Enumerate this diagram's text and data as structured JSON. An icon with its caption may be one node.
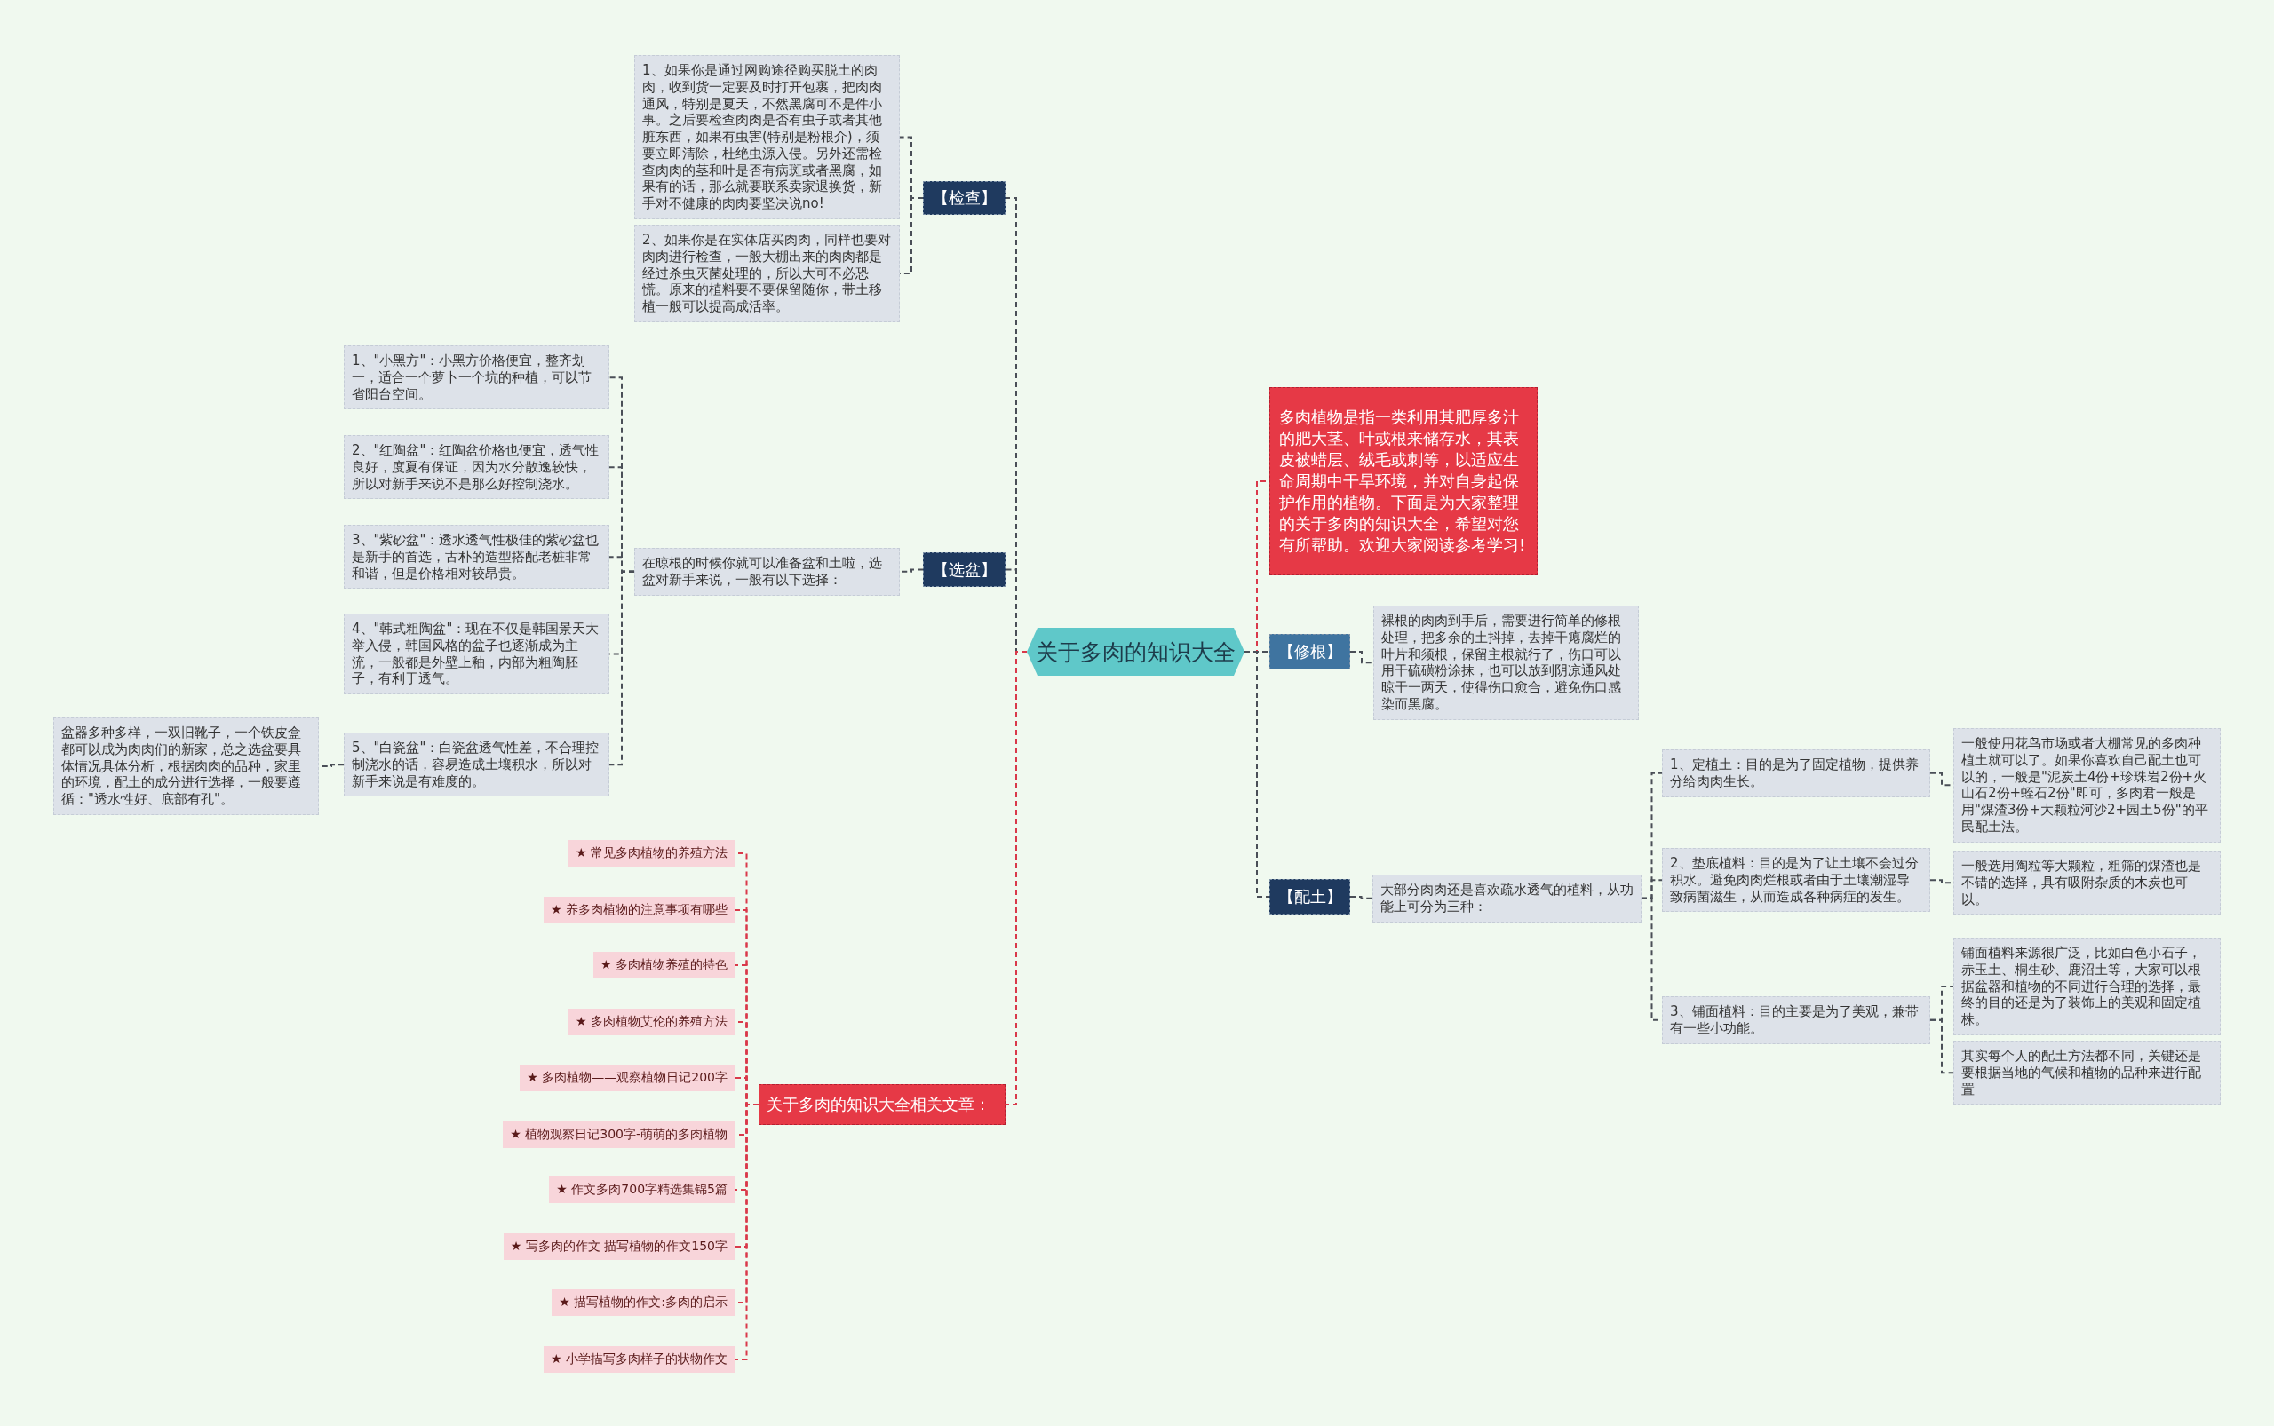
{
  "diagram": {
    "nodes": [
      {
        "text": [
          "关于多肉的知识大全"
        ]
      },
      {
        "text": [
          "多肉植物是指一类利用其肥厚多汁的肥大茎、叶或根来储存水，其表皮被蜡层、绒毛或刺等，以适应生命周期中干旱环境，并对自身起保护作用的植物。下面是为大家整理的关于多肉的知识大全，希望对您有所帮助。欢迎大家阅读参考学习!"
        ]
      },
      {
        "text": [
          "【检查】"
        ]
      },
      {
        "text": [
          "1、如果你是通过网购途径购买脱土的肉肉，收到货一定要及时打开包裹，把肉肉通风，特别是夏天，不然黑腐可不是件小事。之后要检查肉肉是否有虫子或者其他脏东西，如果有虫害(特别是粉根介)，须要立即清除，杜绝虫源入侵。另外还需检查肉肉的茎和叶是否有病斑或者黑腐，如果有的话，那么就要联系卖家退换货，新手对不健康的肉肉要坚决说no!"
        ]
      },
      {
        "text": [
          "2、如果你是在实体店买肉肉，同样也要对肉肉进行检查，一般大棚出来的肉肉都是经过杀虫灭菌处理的，所以大可不必恐慌。原来的植料要不要保留随你，带土移植一般可以提高成活率。"
        ]
      },
      {
        "text": [
          "【选盆】"
        ]
      },
      {
        "text": [
          "在晾根的时候你就可以准备盆和土啦，选盆对新手来说，一般有以下选择："
        ]
      },
      {
        "text": [
          "1、\"小黑方\"：小黑方价格便宜，整齐划一，适合一个萝卜一个坑的种植，可以节省阳台空间。"
        ]
      },
      {
        "text": [
          "2、\"红陶盆\"：红陶盆价格也便宜，透气性良好，度夏有保证，因为水分散逸较快，所以对新手来说不是那么好控制浇水。"
        ]
      },
      {
        "text": [
          "3、\"紫砂盆\"：透水透气性极佳的紫砂盆也是新手的首选，古朴的造型搭配老桩非常和谐，但是价格相对较昂贵。"
        ]
      },
      {
        "text": [
          "4、\"韩式粗陶盆\"：现在不仅是韩国景天大举入侵，韩国风格的盆子也逐渐成为主流，一般都是外壁上釉，内部为粗陶胚子，有利于透气。"
        ]
      },
      {
        "text": [
          "5、\"白瓷盆\"：白瓷盆透气性差，不合理控制浇水的话，容易造成土壤积水，所以对新手来说是有难度的。"
        ]
      },
      {
        "text": [
          "盆器多种多样，一双旧靴子，一个铁皮盒都可以成为肉肉们的新家，总之选盆要具体情况具体分析，根据肉肉的品种，家里的环境，配土的成分进行选择，一般要遵循：\"透水性好、底部有孔\"。"
        ]
      },
      {
        "text": [
          "【修根】"
        ]
      },
      {
        "text": [
          "裸根的肉肉到手后，需要进行简单的修根处理，把多余的土抖掉，去掉干瘪腐烂的叶片和须根，保留主根就行了，伤口可以用干硫磺粉涂抹，也可以放到阴凉通风处晾干一两天，使得伤口愈合，避免伤口感染而黑腐。"
        ]
      },
      {
        "text": [
          "【配土】"
        ]
      },
      {
        "text": [
          "大部分肉肉还是喜欢疏水透气的植料，从功能上可分为三种："
        ]
      },
      {
        "text": [
          "1、定植土：目的是为了固定植物，提供养分给肉肉生长。"
        ]
      },
      {
        "text": [
          "2、垫底植料：目的是为了让土壤不会过分积水。避免肉肉烂根或者由于土壤潮湿导致病菌滋生，从而造成各种病症的发生。"
        ]
      },
      {
        "text": [
          "3、铺面植料：目的主要是为了美观，兼带有一些小功能。"
        ]
      },
      {
        "text": [
          "一般使用花鸟市场或者大棚常见的多肉种植土就可以了。如果你喜欢自己配土也可以的，一般是\"泥炭土4份+珍珠岩2份+火山石2份+蛭石2份\"即可，多肉君一般是用\"煤渣3份+大颗粒河沙2+园土5份\"的平民配土法。"
        ]
      },
      {
        "text": [
          "一般选用陶粒等大颗粒，粗筛的煤渣也是不错的选择，具有吸附杂质的木炭也可以。"
        ]
      },
      {
        "text": [
          "铺面植料来源很广泛，比如白色小石子，赤玉土、桐生砂、鹿沼土等，大家可以根据盆器和植物的不同进行合理的选择，最终的目的还是为了装饰上的美观和固定植株。"
        ]
      },
      {
        "text": [
          "其实每个人的配土方法都不同，关键还是要根据当地的气候和植物的品种来进行配置"
        ]
      },
      {
        "text": [
          "关于多肉的知识大全相关文章："
        ]
      },
      {
        "text": [
          "★ 常见多肉植物的养殖方法"
        ]
      },
      {
        "text": [
          "★ 养多肉植物的注意事项有哪些"
        ]
      },
      {
        "text": [
          "★ 多肉植物养殖的特色"
        ]
      },
      {
        "text": [
          "★ 多肉植物艾伦的养殖方法"
        ]
      },
      {
        "text": [
          "★ 多肉植物——观察植物日记200字"
        ]
      },
      {
        "text": [
          "★ 植物观察日记300字-萌萌的多肉植物"
        ]
      },
      {
        "text": [
          "★ 作文多肉700字精选集锦5篇"
        ]
      },
      {
        "text": [
          "★ 写多肉的作文 描写植物的作文150字"
        ]
      },
      {
        "text": [
          "★ 描写植物的作文:多肉的启示"
        ]
      },
      {
        "text": [
          "★ 小学描写多肉样子的状物作文"
        ]
      }
    ],
    "edges": [
      {
        "from": 0,
        "to": 2,
        "arrow": "none",
        "style": "dashed"
      },
      {
        "from": 0,
        "to": 5,
        "arrow": "none",
        "style": "dashed"
      },
      {
        "from": 0,
        "to": 24,
        "arrow": "none",
        "style": "dashed",
        "color": "#d9394a"
      },
      {
        "from": 0,
        "to": 1,
        "arrow": "none",
        "style": "dashed",
        "color": "#d9394a"
      },
      {
        "from": 0,
        "to": 13,
        "arrow": "none",
        "style": "dashed"
      },
      {
        "from": 0,
        "to": 15,
        "arrow": "none",
        "style": "dashed"
      },
      {
        "from": 2,
        "to": 3,
        "arrow": "none",
        "style": "dashed"
      },
      {
        "from": 2,
        "to": 4,
        "arrow": "none",
        "style": "dashed"
      },
      {
        "from": 5,
        "to": 6,
        "arrow": "none",
        "style": "dashed"
      },
      {
        "from": 6,
        "to": 7,
        "arrow": "none",
        "style": "dashed"
      },
      {
        "from": 6,
        "to": 8,
        "arrow": "none",
        "style": "dashed"
      },
      {
        "from": 6,
        "to": 9,
        "arrow": "none",
        "style": "dashed"
      },
      {
        "from": 6,
        "to": 10,
        "arrow": "none",
        "style": "dashed"
      },
      {
        "from": 6,
        "to": 11,
        "arrow": "none",
        "style": "dashed"
      },
      {
        "from": 11,
        "to": 12,
        "arrow": "none",
        "style": "dashed"
      },
      {
        "from": 13,
        "to": 14,
        "arrow": "none",
        "style": "dashed"
      },
      {
        "from": 15,
        "to": 16,
        "arrow": "none",
        "style": "dashed"
      },
      {
        "from": 16,
        "to": 17,
        "arrow": "none",
        "style": "dashed"
      },
      {
        "from": 16,
        "to": 18,
        "arrow": "none",
        "style": "dashed"
      },
      {
        "from": 16,
        "to": 19,
        "arrow": "none",
        "style": "dashed"
      },
      {
        "from": 17,
        "to": 20,
        "arrow": "none",
        "style": "dashed"
      },
      {
        "from": 18,
        "to": 21,
        "arrow": "none",
        "style": "dashed"
      },
      {
        "from": 19,
        "to": 22,
        "arrow": "none",
        "style": "dashed"
      },
      {
        "from": 19,
        "to": 23,
        "arrow": "none",
        "style": "dashed"
      },
      {
        "from": 24,
        "to": 25,
        "arrow": "none",
        "style": "dashed",
        "color": "#d9394a"
      },
      {
        "from": 24,
        "to": 26,
        "arrow": "none",
        "style": "dashed",
        "color": "#d9394a"
      },
      {
        "from": 24,
        "to": 27,
        "arrow": "none",
        "style": "dashed",
        "color": "#d9394a"
      },
      {
        "from": 24,
        "to": 28,
        "arrow": "none",
        "style": "dashed",
        "color": "#d9394a"
      },
      {
        "from": 24,
        "to": 29,
        "arrow": "none",
        "style": "dashed",
        "color": "#d9394a"
      },
      {
        "from": 24,
        "to": 30,
        "arrow": "none",
        "style": "dashed",
        "color": "#d9394a"
      },
      {
        "from": 24,
        "to": 31,
        "arrow": "none",
        "style": "dashed",
        "color": "#d9394a"
      },
      {
        "from": 24,
        "to": 32,
        "arrow": "none",
        "style": "dashed",
        "color": "#d9394a"
      },
      {
        "from": 24,
        "to": 33,
        "arrow": "none",
        "style": "dashed",
        "color": "#d9394a"
      },
      {
        "from": 24,
        "to": 34,
        "arrow": "none",
        "style": "dashed",
        "color": "#d9394a"
      }
    ]
  }
}
